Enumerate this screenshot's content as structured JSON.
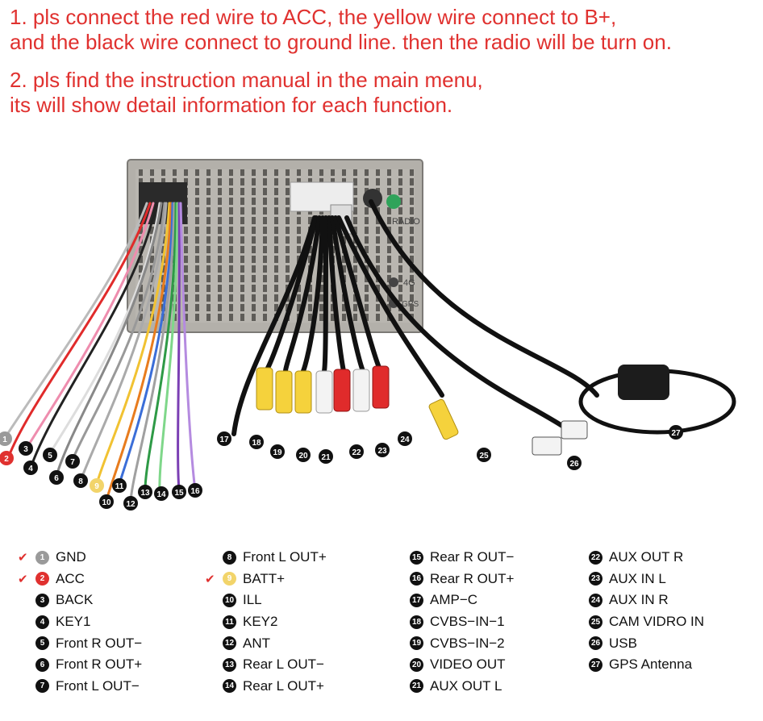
{
  "instructions": {
    "line1a": "1. pls connect the red wire to ACC, the yellow wire connect to B+,",
    "line1b": "and the black wire connect to ground line. then the radio will be turn on.",
    "line2a": "2. pls find the instruction manual in the main menu,",
    "line2b": "its will show detail information for each function."
  },
  "unit_labels": {
    "gps_radio": "RADIO",
    "four_g": "4G",
    "gps": "GPS"
  },
  "colors": {
    "accent_red": "#e0312f",
    "badge_black": "#111111",
    "badge_gray": "#9a9a9a",
    "badge_yellow": "#f2d46a"
  },
  "legend": [
    {
      "num": "1",
      "label": "GND",
      "checked": true,
      "style": "gray"
    },
    {
      "num": "2",
      "label": "ACC",
      "checked": true,
      "style": "red"
    },
    {
      "num": "3",
      "label": "BACK",
      "checked": false,
      "style": "black"
    },
    {
      "num": "4",
      "label": "KEY1",
      "checked": false,
      "style": "black"
    },
    {
      "num": "5",
      "label": "Front R OUT−",
      "checked": false,
      "style": "black"
    },
    {
      "num": "6",
      "label": "Front R OUT+",
      "checked": false,
      "style": "black"
    },
    {
      "num": "7",
      "label": "Front L OUT−",
      "checked": false,
      "style": "black"
    },
    {
      "num": "8",
      "label": "Front L OUT+",
      "checked": false,
      "style": "black"
    },
    {
      "num": "9",
      "label": "BATT+",
      "checked": true,
      "style": "yellow"
    },
    {
      "num": "10",
      "label": "ILL",
      "checked": false,
      "style": "black"
    },
    {
      "num": "11",
      "label": "KEY2",
      "checked": false,
      "style": "black"
    },
    {
      "num": "12",
      "label": "ANT",
      "checked": false,
      "style": "black"
    },
    {
      "num": "13",
      "label": "Rear L OUT−",
      "checked": false,
      "style": "black"
    },
    {
      "num": "14",
      "label": "Rear L OUT+",
      "checked": false,
      "style": "black"
    },
    {
      "num": "15",
      "label": "Rear R OUT−",
      "checked": false,
      "style": "black"
    },
    {
      "num": "16",
      "label": "Rear R OUT+",
      "checked": false,
      "style": "black"
    },
    {
      "num": "17",
      "label": "AMP−C",
      "checked": false,
      "style": "black"
    },
    {
      "num": "18",
      "label": "CVBS−IN−1",
      "checked": false,
      "style": "black"
    },
    {
      "num": "19",
      "label": "CVBS−IN−2",
      "checked": false,
      "style": "black"
    },
    {
      "num": "20",
      "label": "VIDEO OUT",
      "checked": false,
      "style": "black"
    },
    {
      "num": "21",
      "label": "AUX OUT L",
      "checked": false,
      "style": "black"
    },
    {
      "num": "22",
      "label": "AUX OUT R",
      "checked": false,
      "style": "black"
    },
    {
      "num": "23",
      "label": "AUX IN L",
      "checked": false,
      "style": "black"
    },
    {
      "num": "24",
      "label": "AUX IN R",
      "checked": false,
      "style": "black"
    },
    {
      "num": "25",
      "label": "CAM VIDRO IN",
      "checked": false,
      "style": "black"
    },
    {
      "num": "26",
      "label": "USB",
      "checked": false,
      "style": "black"
    },
    {
      "num": "27",
      "label": "GPS Antenna",
      "checked": false,
      "style": "black"
    }
  ]
}
